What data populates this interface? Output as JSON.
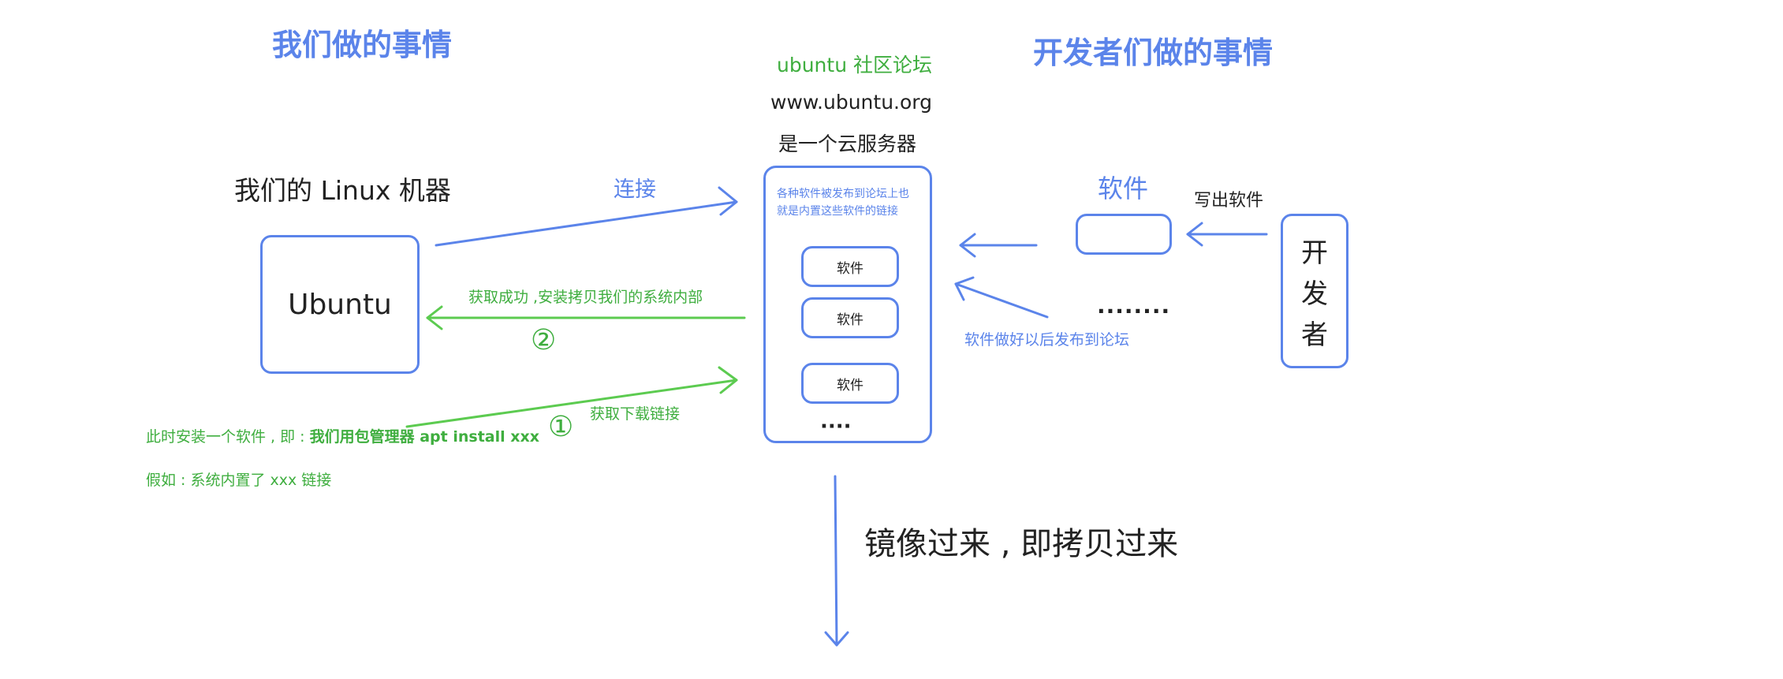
{
  "left_title": "我们做的事情",
  "right_title": "开发者们做的事情",
  "server": {
    "name": "ubuntu 社区论坛",
    "url": "www.ubuntu.org",
    "desc": "是一个云服务器",
    "note_line1": "各种软件被发布到论坛上也",
    "note_line2": "就是内置这些软件的链接",
    "items": [
      "软件",
      "软件",
      "软件"
    ],
    "ellipsis": "····"
  },
  "machine": {
    "title": "我们的 Linux 机器",
    "box_label": "Ubuntu"
  },
  "arrows": {
    "connect": "连接",
    "success": "获取成功 ,安装拷贝我们的系统内部",
    "step2": "②",
    "get_link": "获取下载链接",
    "step1": "①",
    "publish": "软件做好以后发布到论坛",
    "write": "写出软件",
    "mirror": "镜像过来 , 即拷贝过来"
  },
  "notes": {
    "install_prefix": "此时安装一个软件 , 即 : ",
    "install_bold": "我们用包管理器 apt install xxx",
    "assume": "假如 : 系统内置了 xxx 链接"
  },
  "developer": {
    "software_label": "软件",
    "dots": "········",
    "chars": [
      "开",
      "发",
      "者"
    ]
  },
  "colors": {
    "blue": "#5b84ea",
    "green": "#5ccb50",
    "text": "#222222"
  }
}
